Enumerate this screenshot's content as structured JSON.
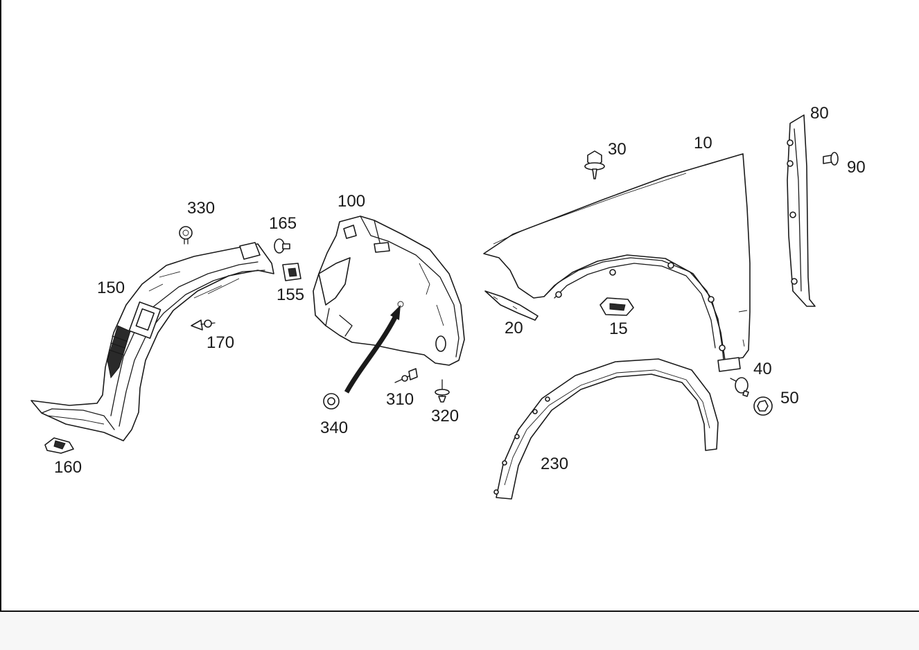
{
  "labels": {
    "p10": "10",
    "p15": "15",
    "p20": "20",
    "p30": "30",
    "p40": "40",
    "p50": "50",
    "p80": "80",
    "p90": "90",
    "p100": "100",
    "p150": "150",
    "p155": "155",
    "p160": "160",
    "p165": "165",
    "p170": "170",
    "p230": "230",
    "p310": "310",
    "p320": "320",
    "p330": "330",
    "p340": "340"
  }
}
